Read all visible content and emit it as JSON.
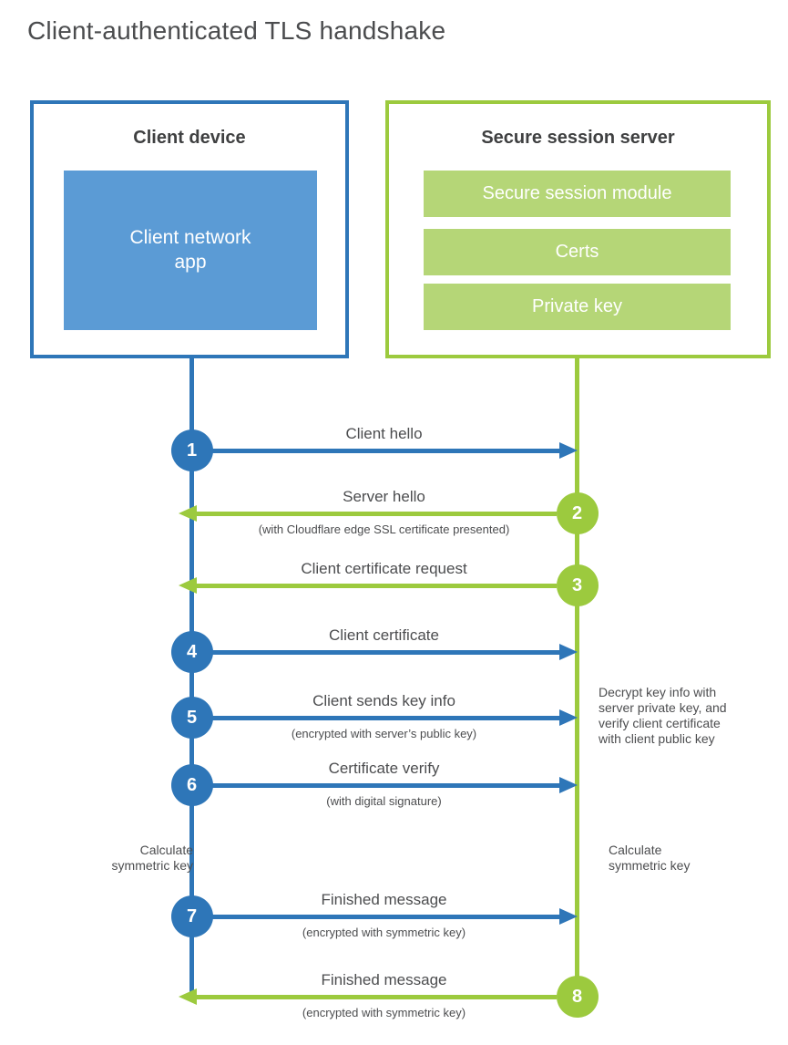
{
  "title": "Client-authenticated TLS handshake",
  "colors": {
    "blue": "#2e76b8",
    "blue_light": "#5b9bd5",
    "green": "#9cca3e",
    "green_light": "#b5d677",
    "text_dark": "#3f4041",
    "text_gray": "#4c4d4f"
  },
  "client_box": {
    "title": "Client device",
    "app_label_line1": "Client network",
    "app_label_line2": "app"
  },
  "server_box": {
    "title": "Secure session server",
    "modules": [
      "Secure session module",
      "Certs",
      "Private key"
    ]
  },
  "steps": [
    {
      "num": "1",
      "label": "Client hello",
      "sub": "",
      "dir": "right"
    },
    {
      "num": "2",
      "label": "Server hello",
      "sub": "(with Cloudflare edge SSL certificate presented)",
      "dir": "left"
    },
    {
      "num": "3",
      "label": "Client certificate request",
      "sub": "",
      "dir": "left"
    },
    {
      "num": "4",
      "label": "Client certificate",
      "sub": "",
      "dir": "right"
    },
    {
      "num": "5",
      "label": "Client sends key info",
      "sub": "(encrypted with server’s public key)",
      "dir": "right"
    },
    {
      "num": "6",
      "label": "Certificate verify",
      "sub": "(with digital signature)",
      "dir": "right"
    },
    {
      "num": "7",
      "label": "Finished message",
      "sub": "(encrypted with symmetric key)",
      "dir": "right"
    },
    {
      "num": "8",
      "label": "Finished message",
      "sub": "(encrypted with symmetric key)",
      "dir": "left"
    }
  ],
  "annotations": {
    "decrypt_note_lines": [
      "Decrypt key info with",
      "server private key, and",
      "verify client certificate",
      "with client public key"
    ],
    "calc_left": "Calculate\nsymmetric key",
    "calc_right": "Calculate\nsymmetric key"
  }
}
